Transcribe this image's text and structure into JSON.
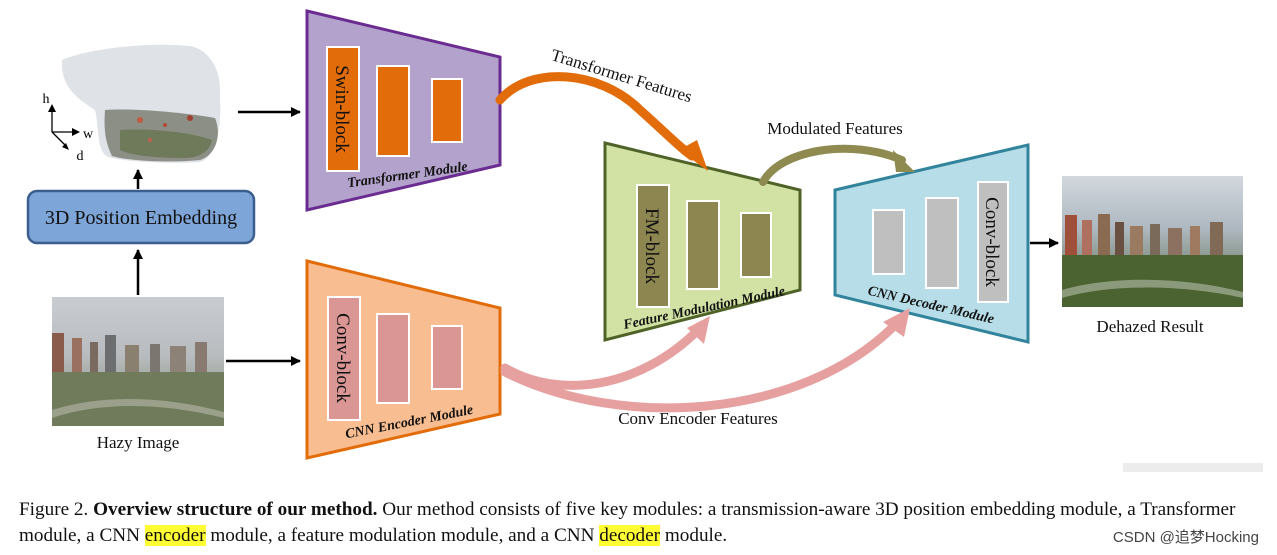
{
  "diagram": {
    "axes": {
      "h": "h",
      "w": "w",
      "d": "d"
    },
    "position_embedding": "3D Position Embedding",
    "hazy_image": "Hazy Image",
    "dehazed_result": "Dehazed Result",
    "transformer_module": {
      "label": "Transformer Module",
      "block": "Swin-block"
    },
    "cnn_encoder_module": {
      "label": "CNN Encoder Module",
      "block": "Conv-block"
    },
    "fm_module": {
      "label": "Feature Modulation Module",
      "block": "FM-block"
    },
    "cnn_decoder_module": {
      "label": "CNN Decoder Module",
      "block": "Conv-block"
    },
    "arrows": {
      "transformer_features": "Transformer Features",
      "modulated_features": "Modulated Features",
      "conv_encoder_features": "Conv Encoder Features"
    }
  },
  "caption": {
    "figure": "Figure 2.",
    "title": "Overview structure of our method.",
    "text1": "Our method consists of five key modules: a transmission-aware 3D position embedding module, a Transformer module, a CNN ",
    "hl1": "encoder",
    "text2": " module, a feature modulation module, and a CNN ",
    "hl2": "decoder",
    "text3": " module."
  },
  "watermark": "CSDN @追梦Hocking",
  "colors": {
    "transformer": "#b3a2cc",
    "encoder": "#f8bd91",
    "fm": "#d1e2a4",
    "decoder": "#b6dde8",
    "embedding": "#7ea5d8",
    "orange_arrow": "#e36c0a",
    "pink_arrow": "#e7a0a0",
    "olive_arrow": "#8e8a50"
  }
}
